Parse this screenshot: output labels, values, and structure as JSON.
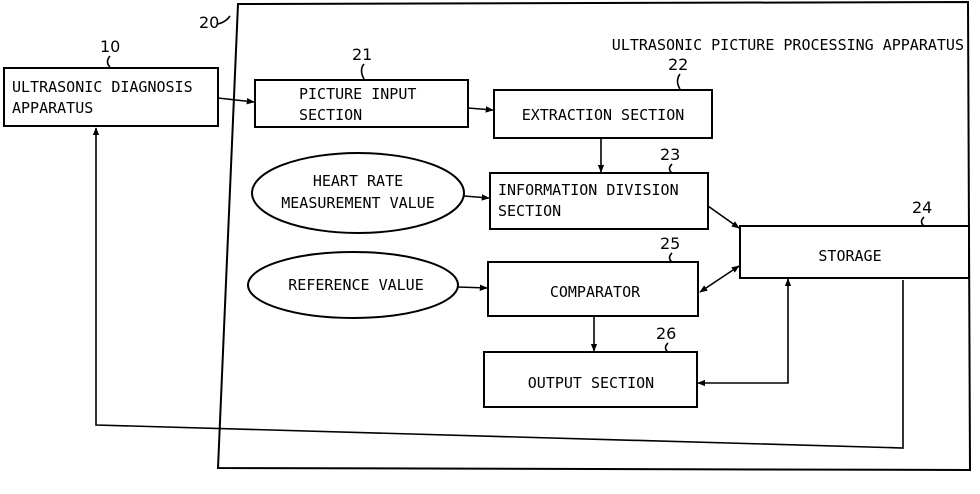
{
  "outer_frame": {
    "ref": "20",
    "title": "ULTRASONIC PICTURE PROCESSING APPARATUS"
  },
  "blocks": {
    "diag": {
      "ref": "10",
      "lines": [
        "ULTRASONIC DIAGNOSIS",
        "APPARATUS"
      ]
    },
    "input": {
      "ref": "21",
      "lines": [
        "PICTURE INPUT",
        "SECTION"
      ]
    },
    "extract": {
      "ref": "22",
      "lines": [
        "EXTRACTION SECTION"
      ]
    },
    "info": {
      "ref": "23",
      "lines": [
        "INFORMATION DIVISION",
        "SECTION"
      ]
    },
    "storage": {
      "ref": "24",
      "lines": [
        "STORAGE"
      ]
    },
    "comparator": {
      "ref": "25",
      "lines": [
        "COMPARATOR"
      ]
    },
    "output": {
      "ref": "26",
      "lines": [
        "OUTPUT SECTION"
      ]
    }
  },
  "ellipses": {
    "heart": {
      "lines": [
        "HEART RATE",
        "MEASUREMENT VALUE"
      ]
    },
    "reference": {
      "lines": [
        "REFERENCE VALUE"
      ]
    }
  },
  "colors": {
    "stroke": "#000000",
    "background": "#ffffff"
  }
}
